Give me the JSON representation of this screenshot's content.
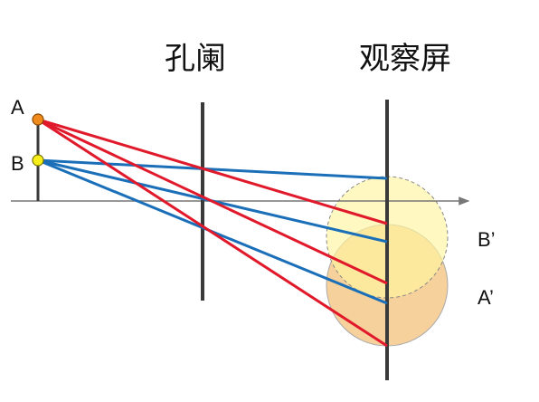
{
  "labels": {
    "aperture": "孔阑",
    "screen": "观察屏",
    "point_a": "A",
    "point_b": "B",
    "image_b": "B’",
    "image_a": "A’"
  },
  "colors": {
    "ray_from_a": "#e0192b",
    "ray_from_b": "#1a6fb8",
    "point_a_fill": "#f08a1c",
    "point_b_fill": "#f7ee1a",
    "spot_b_fill": "#fff6a0",
    "spot_a_fill": "#f6c98a",
    "structure": "#3a3a3a",
    "axis": "#777777"
  },
  "icons": {
    "axis_arrow": "arrow-right-icon"
  }
}
